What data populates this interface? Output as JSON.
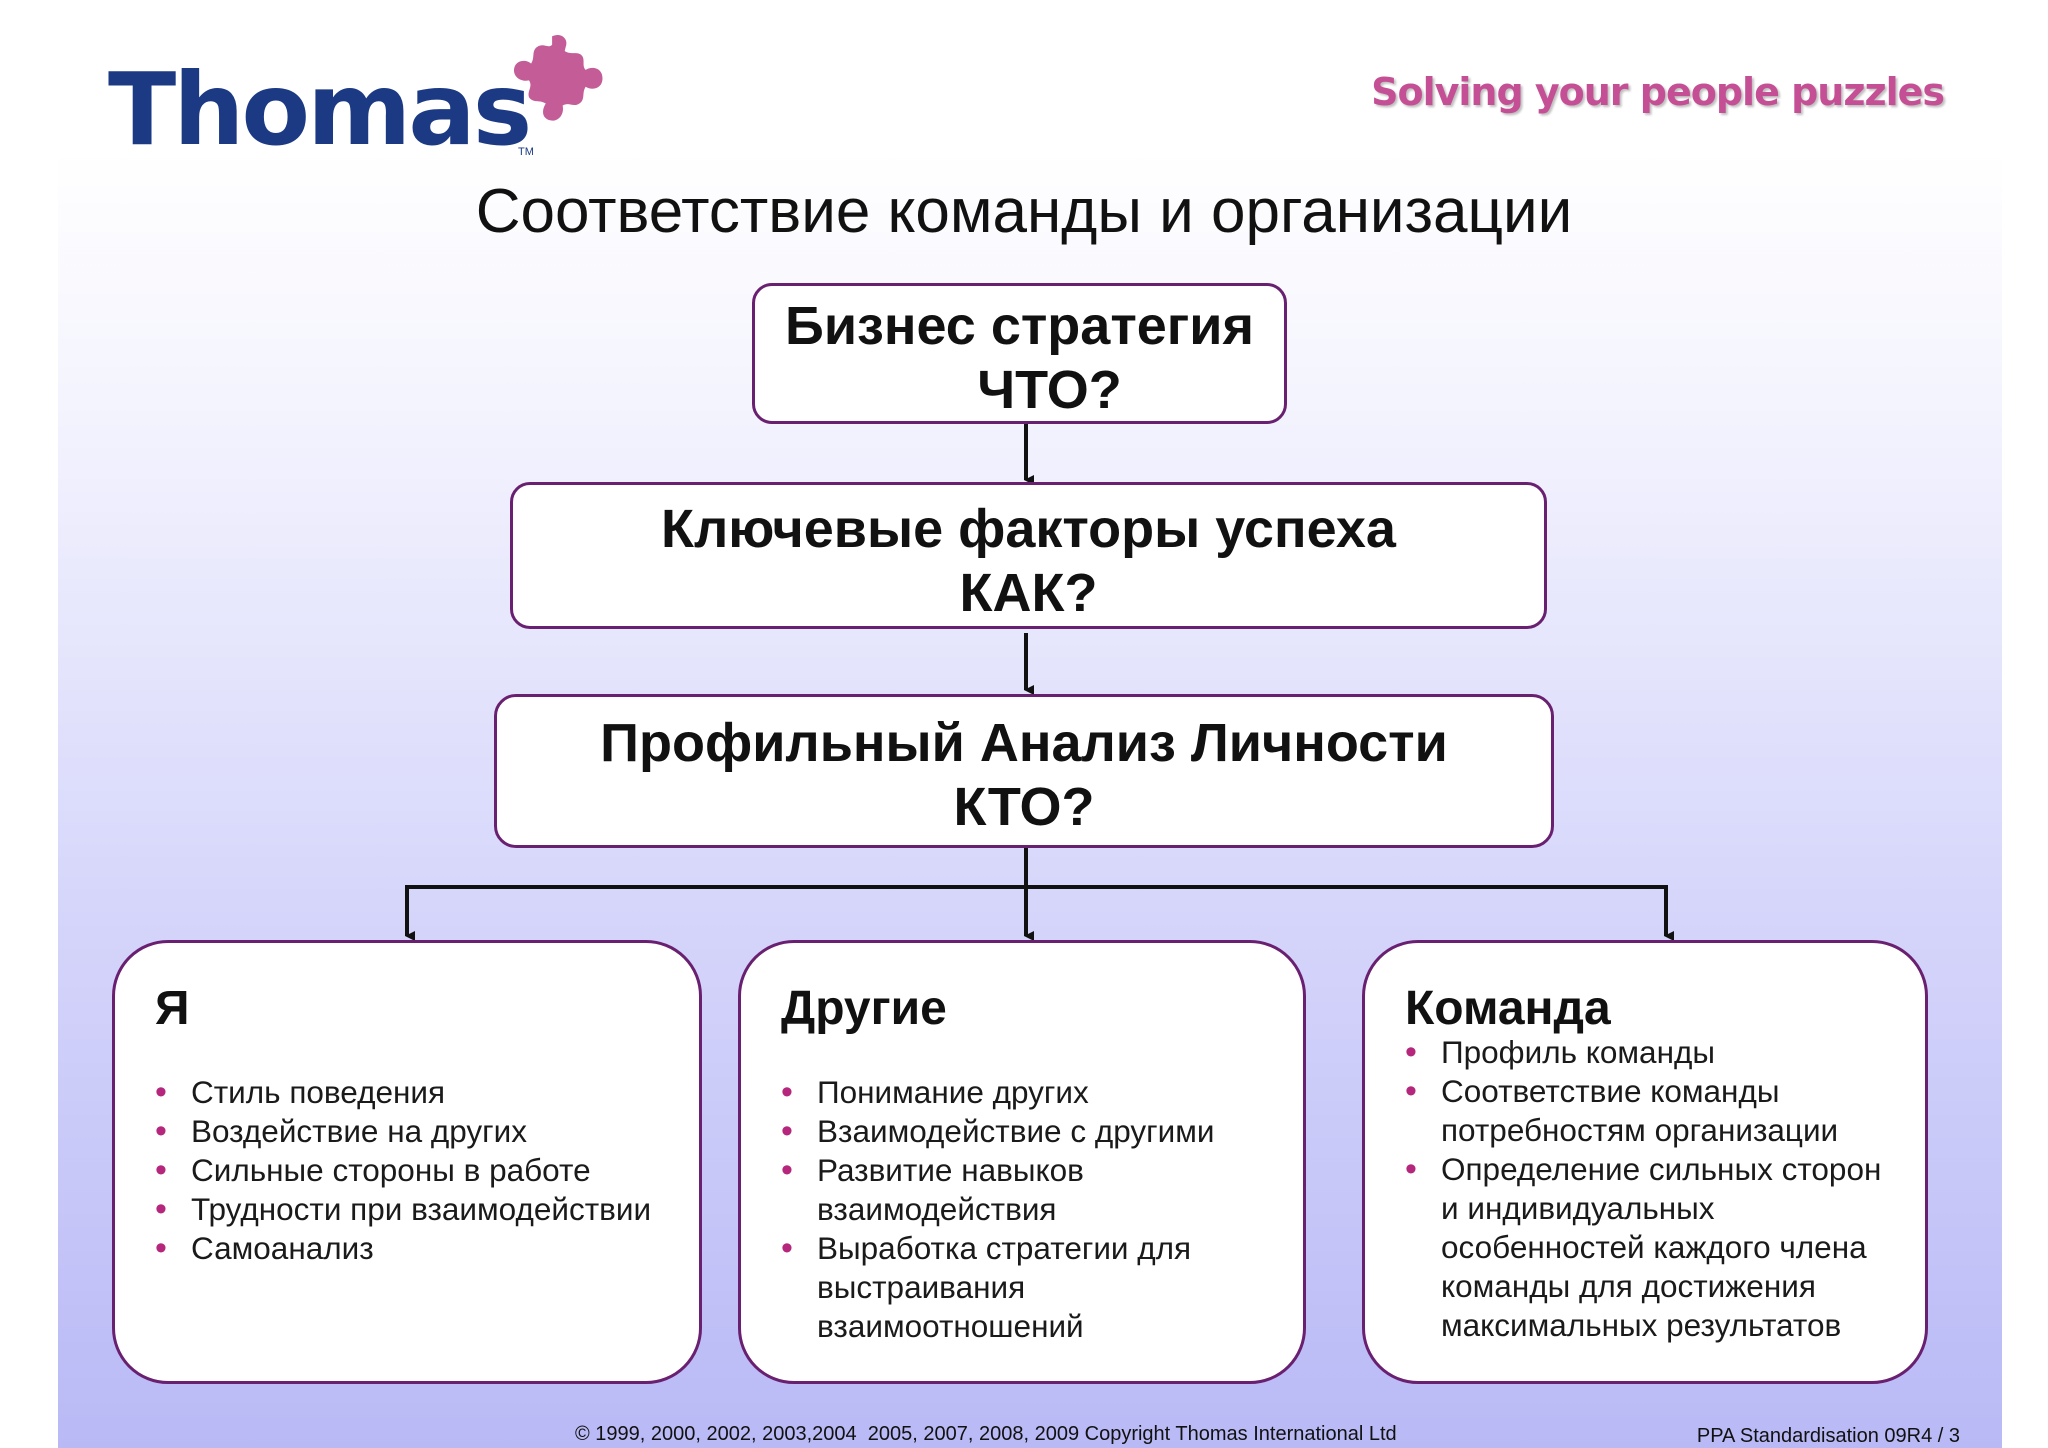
{
  "header": {
    "logo_text": "Thomas",
    "logo_tm": "TM",
    "tagline": "Solving your people puzzles",
    "title": "Соответствие команды и организации"
  },
  "flow": {
    "strategy": {
      "line1": "Бизнес стратегия",
      "line2": "ЧТО?"
    },
    "factors": {
      "line1": "Ключевые факторы успеха",
      "line2": "КАК?"
    },
    "profile": {
      "line1": "Профильный Анализ Личности",
      "line2": "КТО?"
    }
  },
  "cards": [
    {
      "title": "Я",
      "items": [
        "Стиль поведения",
        "Воздействие на других",
        "Сильные стороны в работе",
        "Трудности при взаимодействии",
        "Самоанализ"
      ]
    },
    {
      "title": "Другие",
      "items": [
        "Понимание других",
        "Взаимодействие с другими",
        "Развитие навыков взаимодействия",
        "Выработка стратегии для выстраивания взаимоотношений"
      ]
    },
    {
      "title": "Команда",
      "items": [
        "Профиль команды",
        "Соответствие команды потребностям организации",
        "Определение сильных сторон и индивидуальных особенностей каждого члена команды для достижения максимальных результатов"
      ]
    }
  ],
  "footer": {
    "copyright": "© 1999, 2000, 2002, 2003,2004  2005, 2007, 2008, 2009 Copyright Thomas International Ltd",
    "page": "PPA Standardisation 09R4 / 3"
  },
  "colors": {
    "logo_blue": "#1c3a84",
    "accent_pink": "#c44f94",
    "box_border": "#6a2070",
    "bullet": "#b5277d"
  },
  "icons": {
    "logo_mark": "puzzle-piece-icon"
  }
}
